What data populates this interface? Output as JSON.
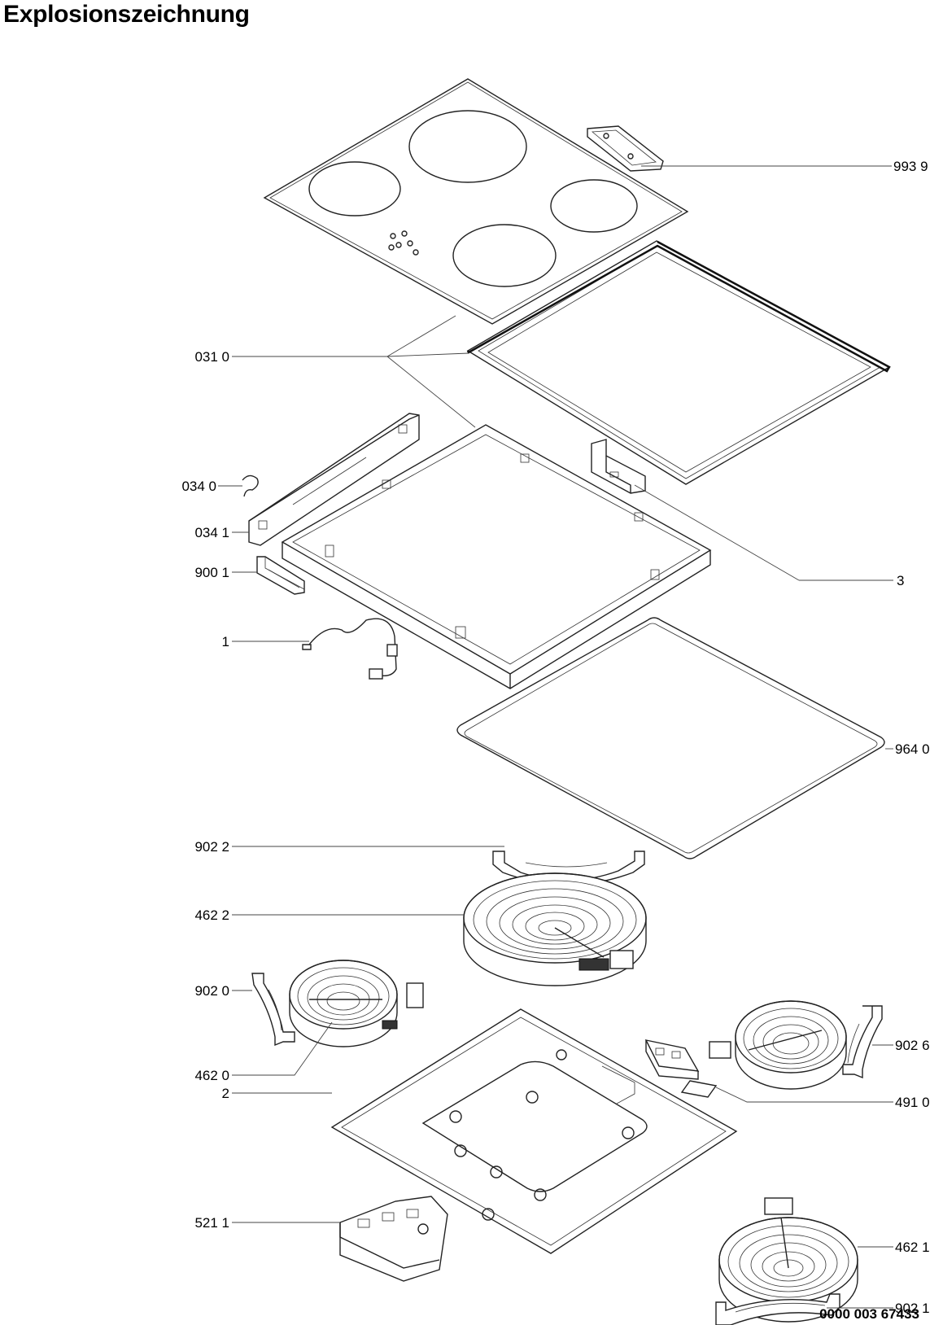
{
  "title": "Explosionszeichnung",
  "doc_number": "0000 003 67433",
  "callouts": {
    "glass_top": "031 0",
    "cover_bracket": "993 9",
    "rail_clip": "034 0",
    "side_rail": "034 1",
    "latch": "900 1",
    "cable": "1",
    "frame_bracket": "3",
    "seal": "964 0",
    "mount_large": "902 2",
    "heater_large": "462 2",
    "mount_left": "902 0",
    "heater_left": "462 0",
    "mount_right": "902 6",
    "limiter": "491 0",
    "base_tray": "2",
    "heater_front": "462 1",
    "control_module": "521 1",
    "mount_front": "902 1"
  }
}
